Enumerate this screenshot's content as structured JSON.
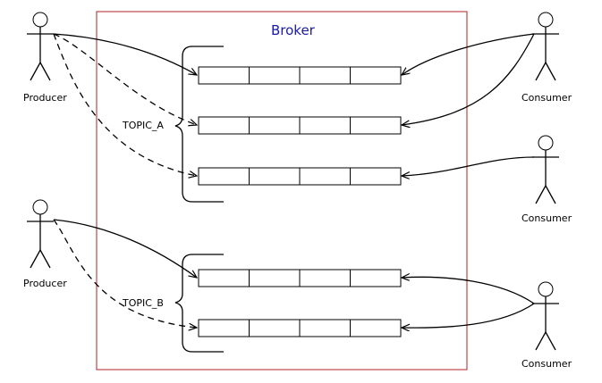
{
  "broker": {
    "title": "Broker"
  },
  "topics": [
    {
      "name": "TOPIC_A",
      "partitions": 3
    },
    {
      "name": "TOPIC_B",
      "partitions": 2
    }
  ],
  "producers": [
    {
      "label": "Producer"
    },
    {
      "label": "Producer"
    }
  ],
  "consumers": [
    {
      "label": "Consumer"
    },
    {
      "label": "Consumer"
    },
    {
      "label": "Consumer"
    }
  ],
  "colors": {
    "broker_border": "#b22222",
    "broker_title": "#1a1aa6",
    "line": "#000000"
  }
}
